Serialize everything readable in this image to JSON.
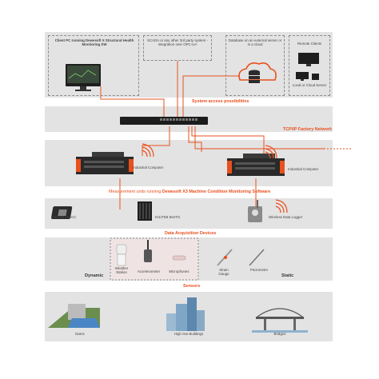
{
  "top": {
    "client_pc": "Client PC running Dewesoft X Structural Health Monitoring SW",
    "scada": "SCADA or any other 3rd party system - integration over OPC-UA",
    "database": "Database on an external server or in a cloud",
    "remote_clients": "Remote Clients",
    "cloud_server": "Local or Cloud Server"
  },
  "headers": {
    "system_access": "System access possibilities",
    "tcp_network": "TCP/IP Factory Network",
    "measurement_prefix": "Measurement units running ",
    "measurement_bold": "Dewesoft X3 Machine Condition Monitoring Software",
    "data_acquisition": "Data Acquisition Devices",
    "sensors": "Sensors"
  },
  "industrial": {
    "left_label": "Industrial Computer",
    "right_label": "Industrial Computer"
  },
  "devices": {
    "iolite_acc": "IOLITE8 1xACC",
    "iolite_stg": "IOLITE8 8xSTG",
    "wireless": "Wireless Data Logger"
  },
  "daq": {
    "dynamic": "Dynamic",
    "static": "Static",
    "weather": "Weather Station",
    "accelerometer": "Accelerometer",
    "microphone": "Microphones",
    "strain": "Strain Gauge",
    "piezometer": "Piezometer"
  },
  "sensors": {
    "dams": "Dams",
    "buildings": "High rise Buildings",
    "bridges": "Bridges"
  },
  "colors": {
    "accent": "#e8501e",
    "panel": "#e3e3e3",
    "dark": "#2b2b2b"
  }
}
